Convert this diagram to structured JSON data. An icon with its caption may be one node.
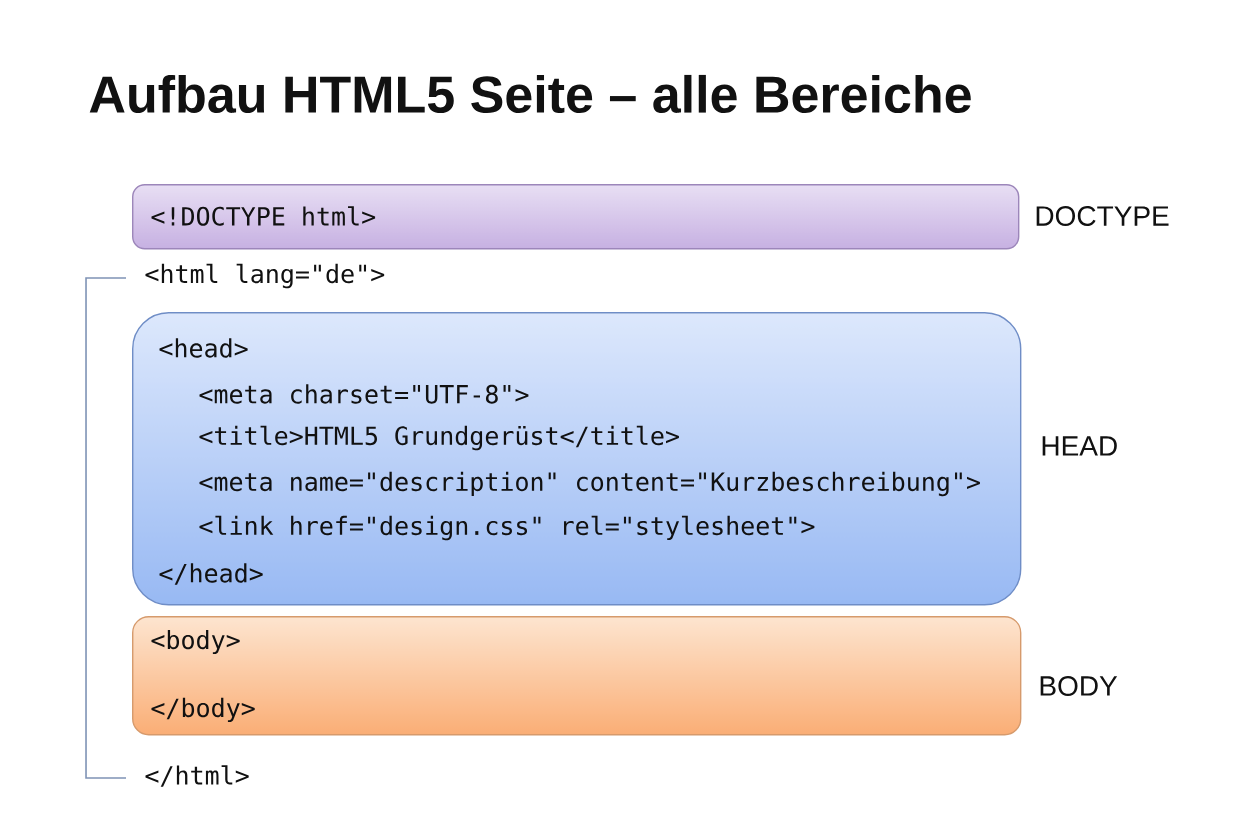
{
  "diagram": {
    "title": "Aufbau HTML5 Seite – alle Bereiche",
    "nodes": [
      {
        "text": [
          "<!DOCTYPE html>"
        ],
        "beside": [
          "DOCTYPE"
        ]
      },
      {
        "text": [
          "<head>",
          "<meta charset=\"UTF-8\">",
          "<title>HTML5 Grundgerüst</title>",
          "<meta name=\"description\" content=\"Kurzbeschreibung\">",
          "<link href=\"design.css\" rel=\"stylesheet\">",
          "</head>"
        ],
        "beside": [
          "HEAD"
        ]
      },
      {
        "text": [
          "<body>",
          "</body>"
        ],
        "beside": [
          "BODY"
        ]
      }
    ],
    "labels": [
      "<html lang=\"de\">",
      "</html>"
    ]
  }
}
